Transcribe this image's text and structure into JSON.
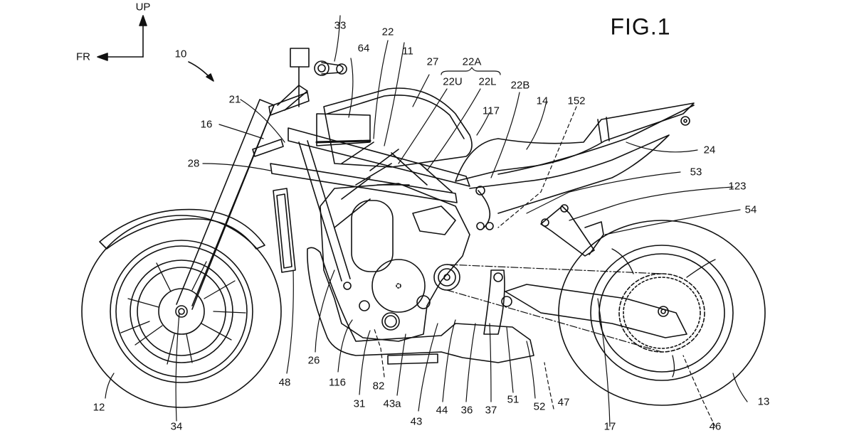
{
  "figure": {
    "title": "FIG.1",
    "subject": "motorcycle side view patent drawing"
  },
  "direction_indicator": {
    "up_label": "UP",
    "front_label": "FR"
  },
  "reference_numerals": {
    "n10": "10",
    "n11": "11",
    "n12": "12",
    "n13": "13",
    "n14": "14",
    "n16": "16",
    "n17": "17",
    "n21": "21",
    "n22": "22",
    "n22A": "22A",
    "n22U": "22U",
    "n22L": "22L",
    "n22B": "22B",
    "n24": "24",
    "n26": "26",
    "n27": "27",
    "n28": "28",
    "n31": "31",
    "n33": "33",
    "n34": "34",
    "n36": "36",
    "n37": "37",
    "n43": "43",
    "n43a": "43a",
    "n44": "44",
    "n46": "46",
    "n47": "47",
    "n48": "48",
    "n51": "51",
    "n52": "52",
    "n53": "53",
    "n54": "54",
    "n64": "64",
    "n82": "82",
    "n116": "116",
    "n117": "117",
    "n123": "123",
    "n152": "152"
  }
}
